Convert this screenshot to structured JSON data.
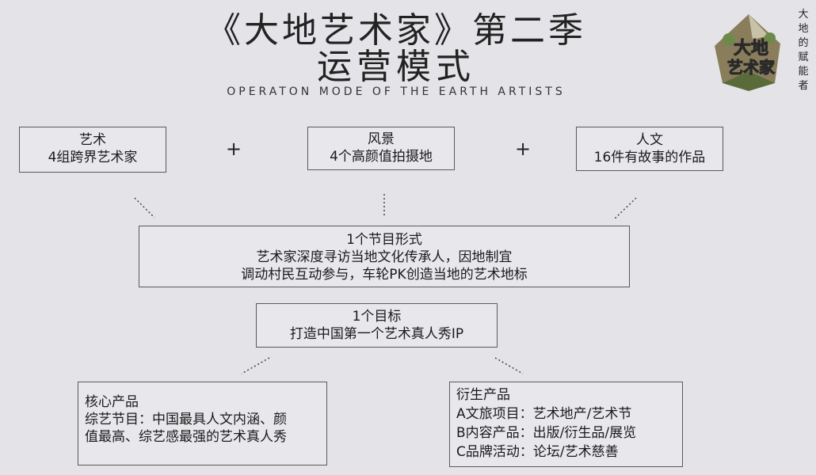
{
  "title": {
    "line1": "《大地艺术家》第二季",
    "line2": "运营模式",
    "subtitle": "OPERATON MODE OF THE EARTH ARTISTS"
  },
  "logo": {
    "text_line1": "大地",
    "text_line2": "艺术家"
  },
  "vertical_text": [
    "大",
    "地",
    "的",
    "赋",
    "能",
    "者"
  ],
  "plus_sign": "+",
  "top_boxes": [
    {
      "label": "艺术",
      "detail": "4组跨界艺术家"
    },
    {
      "label": "风景",
      "detail": "4个高颜值拍摄地"
    },
    {
      "label": "人文",
      "detail": "16件有故事的作品"
    }
  ],
  "format_box": {
    "lines": [
      "1个节目形式",
      "艺术家深度寻访当地文化传承人，因地制宜",
      "调动村民互动参与，车轮PK创造当地的艺术地标"
    ]
  },
  "goal_box": {
    "lines": [
      "1个目标",
      "打造中国第一个艺术真人秀IP"
    ]
  },
  "core_box": {
    "lines": [
      "核心产品",
      "综艺节目：中国最具人文内涵、颜",
      "值最高、综艺感最强的艺术真人秀"
    ]
  },
  "derived_box": {
    "lines": [
      "衍生产品",
      "A文旅项目：艺术地产/艺术节",
      "B内容产品：出版/衍生品/展览",
      "C品牌活动：论坛/艺术慈善"
    ]
  }
}
